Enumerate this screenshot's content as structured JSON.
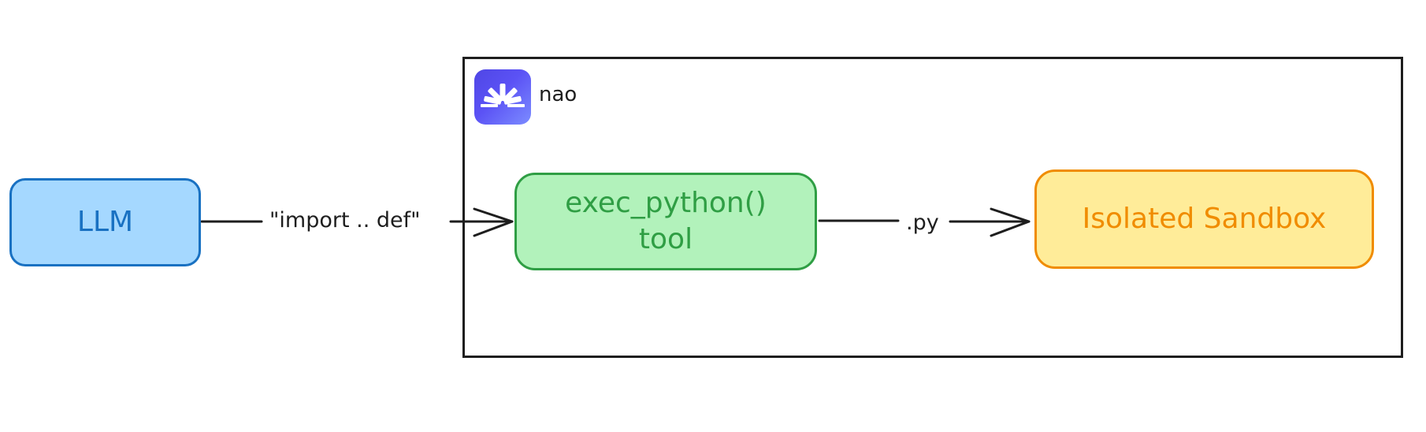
{
  "diagram": {
    "nodes": {
      "llm": "LLM",
      "exec_line1": "exec_python()",
      "exec_line2": "tool",
      "sandbox": "Isolated Sandbox"
    },
    "group": {
      "name": "nao",
      "logo_icon": "nao-logo-icon"
    },
    "edges": {
      "llm_to_exec": "\"import .. def\"",
      "exec_to_sandbox": ".py"
    },
    "colors": {
      "llm_fill": "#a5d8ff",
      "llm_stroke": "#1971c2",
      "exec_fill": "#b2f2bb",
      "exec_stroke": "#2f9e44",
      "sandbox_fill": "#ffec99",
      "sandbox_stroke": "#f08c00",
      "ink": "#1e1e1e",
      "logo": "#4f46e5"
    }
  }
}
